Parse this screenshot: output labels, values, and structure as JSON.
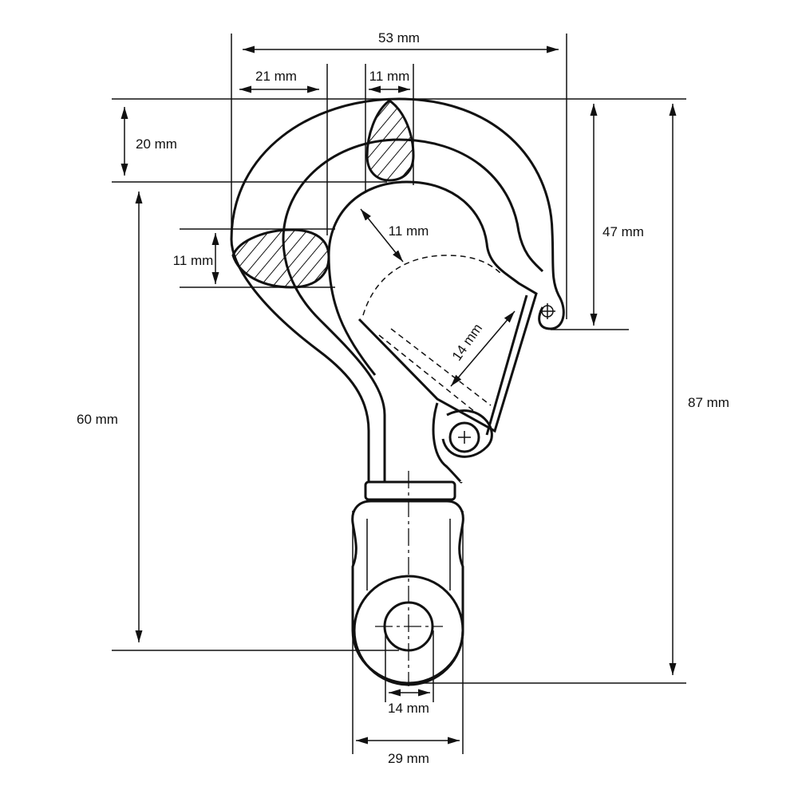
{
  "drawing": {
    "title": "Swivel snap hook dimension drawing",
    "dimensions": {
      "overall_width": "53 mm",
      "hook_left_offset": "21 mm",
      "top_section_width": "11 mm",
      "top_section_height": "20 mm",
      "side_section_height": "11 mm",
      "inner_throat": "11 mm",
      "gate_height": "47 mm",
      "gate_opening": "14 mm",
      "inner_height": "60 mm",
      "overall_height": "87 mm",
      "eye_diameter": "14 mm",
      "eye_width": "29 mm"
    }
  }
}
